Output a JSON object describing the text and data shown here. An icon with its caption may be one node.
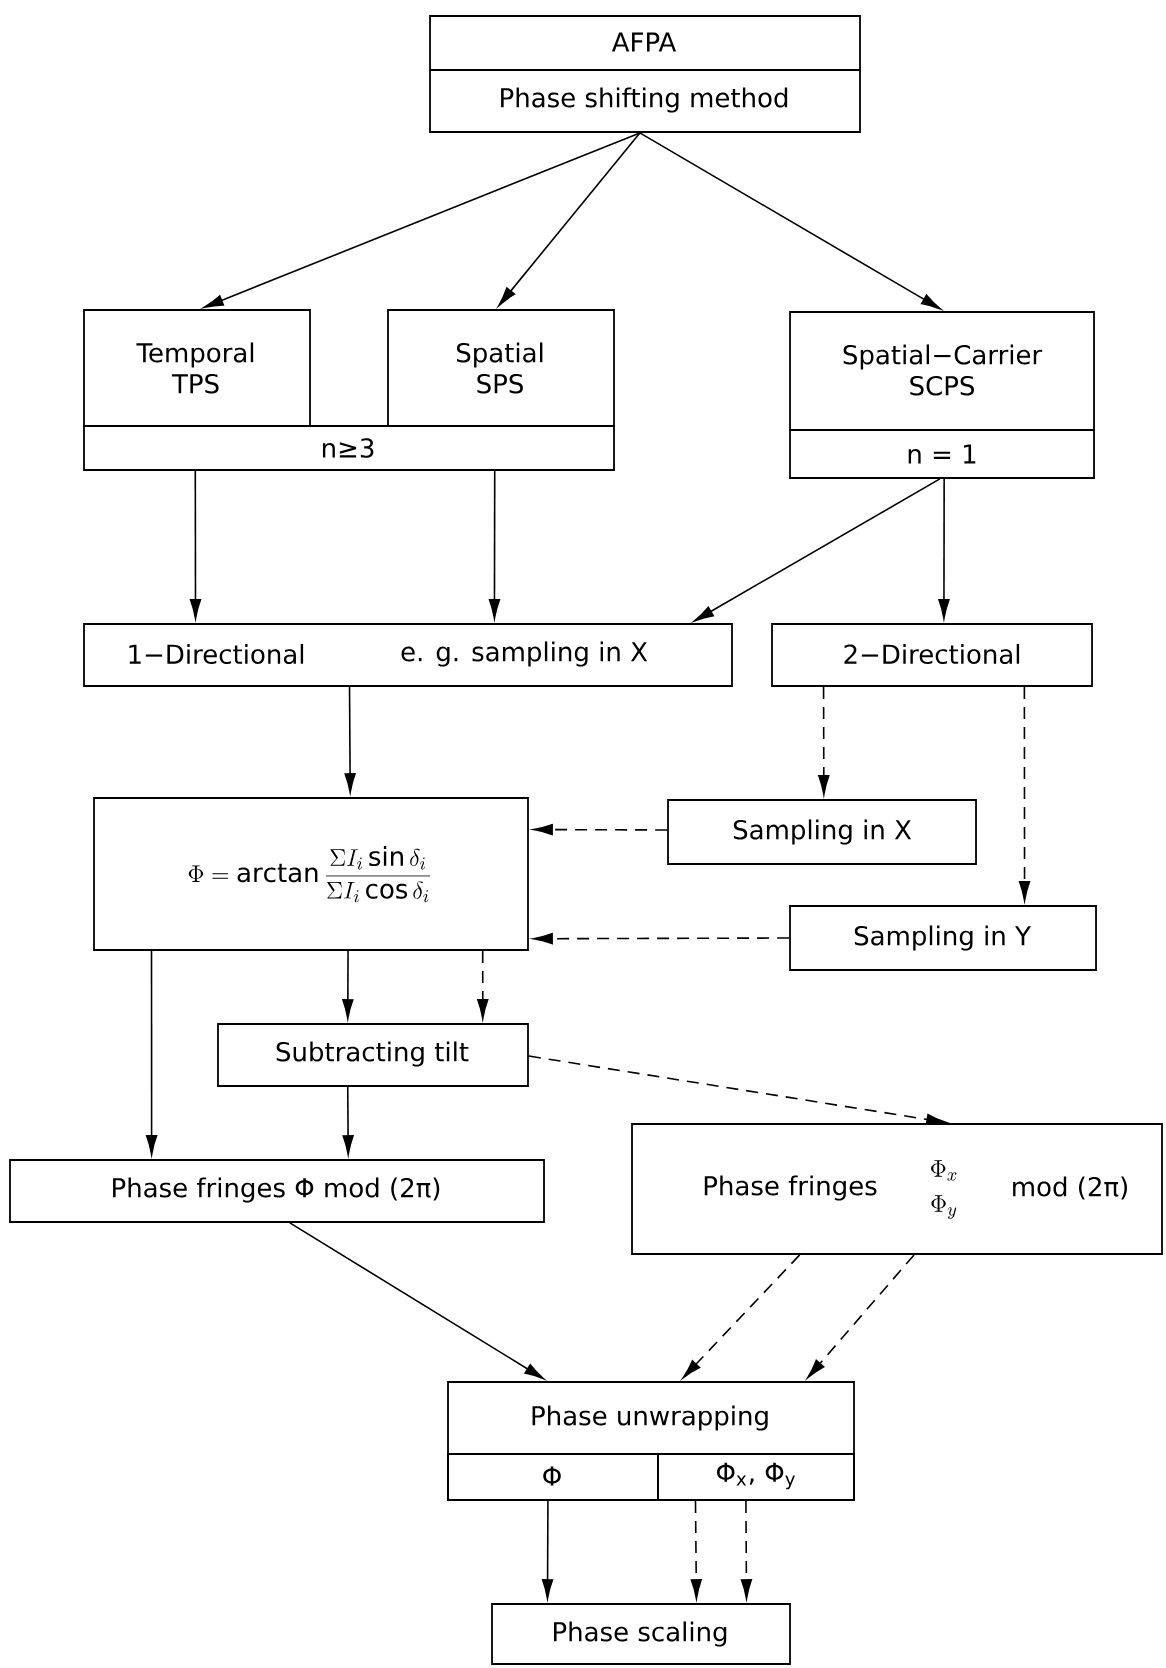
{
  "diagram": {
    "nodes": [
      {
        "text": [
          "AFPA",
          "Phase shifting method"
        ]
      },
      {
        "text": [
          "Temporal TPS"
        ]
      },
      {
        "text": [
          "Spatial SPS"
        ]
      },
      {
        "text": [
          "n≥3"
        ]
      },
      {
        "text": [
          "Spatial−Carrier SCPS"
        ]
      },
      {
        "text": [
          "n = 1"
        ]
      },
      {
        "text": [
          "1−Directional",
          "e. g. sampling in X"
        ]
      },
      {
        "text": [
          "2−Directional"
        ]
      },
      {
        "text": [
          "\\Phi = \\arctan \\frac{\\Sigma I_i \\sin\\delta_i}{\\Sigma I_i \\cos\\delta_i}"
        ]
      },
      {
        "text": [
          "Sampling in X"
        ]
      },
      {
        "text": [
          "Sampling in Y"
        ]
      },
      {
        "text": [
          "Subtracting tilt"
        ]
      },
      {
        "text": [
          "Phase fringes Φ mod (2π)"
        ]
      },
      {
        "text": [
          "Phase fringes",
          "\\begin{array}{c}\\Phi_x\\\\[2pt]\\Phi_y\\end{array}",
          "mod (2π)"
        ]
      },
      {
        "text": [
          "Phase unwrapping"
        ]
      },
      {
        "text": [
          "Φ"
        ],
        "in": 14
      },
      {
        "text": [
          "Φ$_{x}$, Φ$_{y}$"
        ],
        "in": 14
      },
      {
        "text": [
          "Phase scaling"
        ]
      }
    ],
    "edges": [
      {
        "from": 0,
        "to": 1,
        "arrow": "to"
      },
      {
        "from": 0,
        "to": 2,
        "arrow": "to"
      },
      {
        "from": 0,
        "to": 4,
        "arrow": "to"
      },
      {
        "from": 3,
        "to": 6,
        "arrow": "to"
      },
      {
        "from": 3,
        "to": 6,
        "arrow": "to"
      },
      {
        "from": 5,
        "to": 6,
        "arrow": "to"
      },
      {
        "from": 5,
        "to": 7,
        "arrow": "to"
      },
      {
        "from": 6,
        "to": 8,
        "arrow": "to"
      },
      {
        "from": 7,
        "to": 9,
        "arrow": "to",
        "style": "dashed"
      },
      {
        "from": 7,
        "to": 10,
        "arrow": "to",
        "style": "dashed"
      },
      {
        "from": 9,
        "to": 8,
        "arrow": "to",
        "style": "dashed"
      },
      {
        "from": 10,
        "to": 8,
        "arrow": "to",
        "style": "dashed"
      },
      {
        "from": 8,
        "to": 11,
        "arrow": "to"
      },
      {
        "from": 8,
        "to": 11,
        "arrow": "to",
        "style": "dashed"
      },
      {
        "from": 8,
        "to": 12,
        "arrow": "to"
      },
      {
        "from": 11,
        "to": 12,
        "arrow": "to"
      },
      {
        "from": 11,
        "to": 13,
        "arrow": "to",
        "style": "dashed"
      },
      {
        "from": 12,
        "to": 14,
        "arrow": "to"
      },
      {
        "from": 13,
        "to": 14,
        "arrow": "to",
        "style": "dashed"
      },
      {
        "from": 13,
        "to": 14,
        "arrow": "to",
        "style": "dashed"
      },
      {
        "from": 15,
        "to": 17,
        "arrow": "to"
      },
      {
        "from": 16,
        "to": 17,
        "arrow": "to",
        "style": "dashed"
      },
      {
        "from": 16,
        "to": 17,
        "arrow": "to",
        "style": "dashed"
      }
    ]
  }
}
